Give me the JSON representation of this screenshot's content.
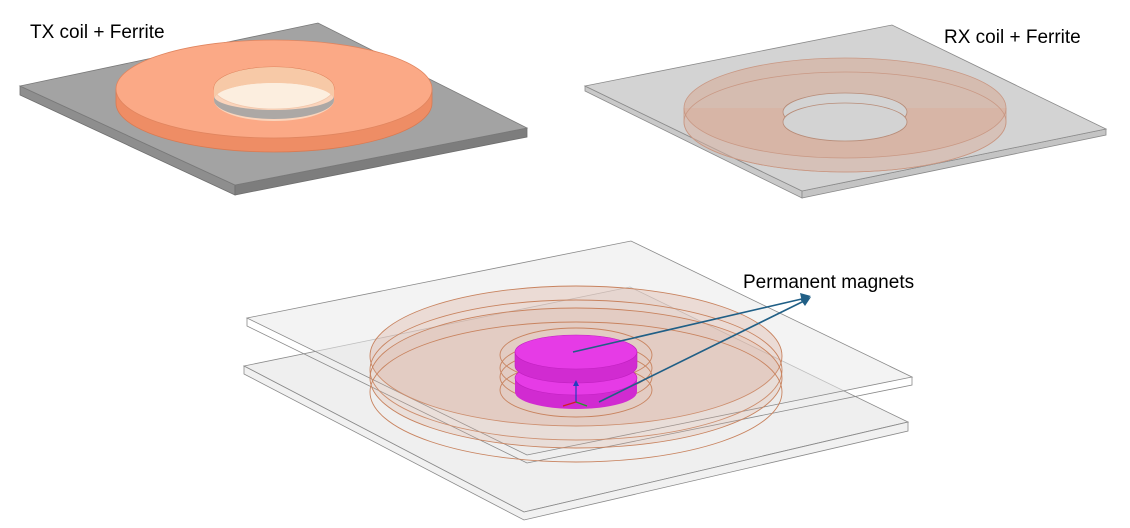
{
  "labels": {
    "tx": "TX coil + Ferrite",
    "rx": "RX coil + Ferrite",
    "magnets": "Permanent magnets"
  },
  "colors": {
    "ferrite_solid": "#a3a3a3",
    "ferrite_side": "#8c8c8c",
    "ferrite_transparent": "#d3d3d3",
    "coil_solid": "#fba986",
    "coil_side": "#f18c63",
    "coil_transparent": "#dcb09d",
    "magnet": "#e63be6",
    "arrow": "#205f86"
  }
}
